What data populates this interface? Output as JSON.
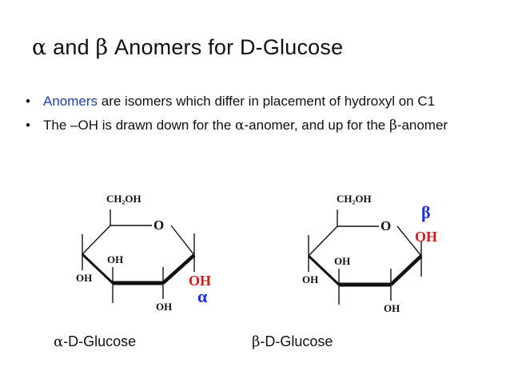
{
  "title": {
    "alpha_symbol": "α",
    "and_text": " and ",
    "beta_symbol": "β",
    "rest": " Anomers for D-Glucose"
  },
  "bullets": [
    {
      "marker": "•",
      "highlight": "Anomers",
      "text": " are isomers which differ in placement of hydroxyl on C1"
    },
    {
      "marker": "•",
      "text_1": "The –OH is drawn down for the ",
      "alpha_symbol": "α",
      "text_2": "-anomer, and up for the ",
      "beta_symbol": "β",
      "text_3": "-anomer"
    }
  ],
  "alpha_structure": {
    "ch2oh": "CH₂OH",
    "ring_oxygen": "O",
    "oh_c2": "OH",
    "oh_c3": "OH",
    "oh_c4": "OH",
    "oh_anomeric": "OH",
    "anomer_symbol": "α"
  },
  "beta_structure": {
    "ch2oh": "CH₂OH",
    "ring_oxygen": "O",
    "oh_c2": "OH",
    "oh_c3": "OH",
    "oh_c4": "OH",
    "oh_anomeric": "OH",
    "anomer_symbol": "β"
  },
  "captions": {
    "alpha_symbol": "α",
    "alpha_label": "-D-Glucose",
    "beta_symbol": "β",
    "beta_label": "-D-Glucose"
  },
  "colors": {
    "highlight_blue": "#1f3fa6",
    "anomeric_oh_red": "#d11a1a",
    "symbol_blue": "#1d2fd6"
  }
}
